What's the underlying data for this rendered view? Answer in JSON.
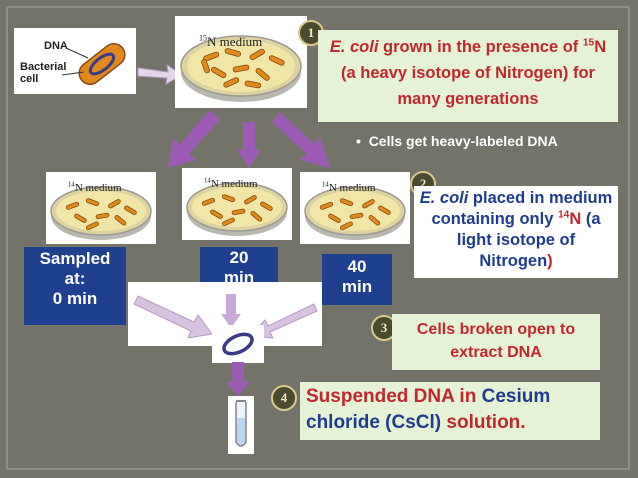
{
  "figure1": {
    "dna_label": "DNA",
    "cell_label": "Bacterial cell"
  },
  "dish_top": {
    "label_iso": "15",
    "label_text": "N medium"
  },
  "step1": {
    "badge": "1",
    "ecoli": "E. coli",
    "text_a": " grown in the presence of ",
    "iso": "15",
    "text_b": "N (a heavy isotope of Nitrogen) for many generations"
  },
  "bullet": "Cells get heavy-labeled DNA",
  "dishes": [
    {
      "iso": "14",
      "text": "N medium"
    },
    {
      "iso": "14",
      "text": "N medium"
    },
    {
      "iso": "14",
      "text": "N medium"
    }
  ],
  "step2": {
    "badge": "2",
    "ecoli": "E. coli",
    "text_a": "  placed in medium containing only ",
    "iso": "14",
    "n": "N",
    "text_b": " (a light isotope of Nitrogen",
    "text_c": ")"
  },
  "times": {
    "t0_a": "Sampled",
    "t0_b": "at:",
    "t0_c": "0 min",
    "t20_a": "20",
    "t20_b": "min",
    "t40_a": "40",
    "t40_b": "min"
  },
  "step3": {
    "badge": "3",
    "text": "Cells broken open to extract DNA"
  },
  "step4": {
    "badge": "4",
    "text_a": "Suspended DNA in ",
    "cesium": "Cesium",
    "text_b": " chloride (CsCl)",
    "text_c": " solution."
  },
  "colors": {
    "title_blue": "#1f3c8f",
    "red": "#c0282d",
    "step_box": "#e6f2d6",
    "time_box": "#1f3f8f",
    "arrow": "#9b5bb5"
  }
}
